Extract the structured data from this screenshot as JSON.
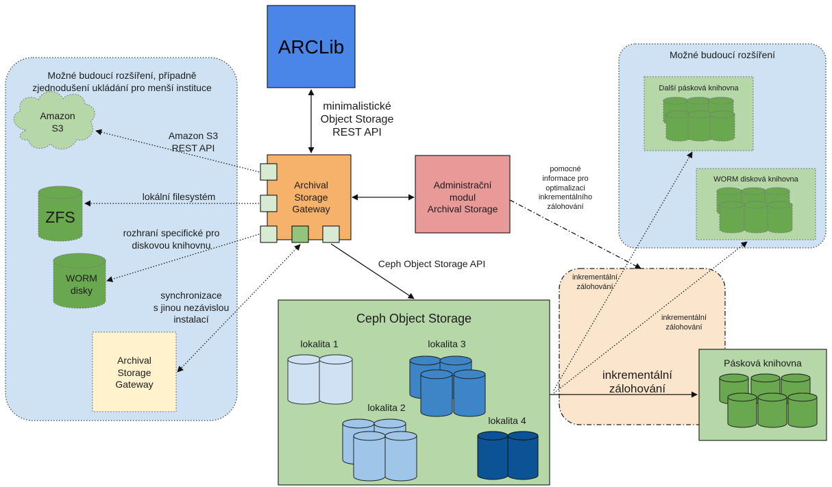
{
  "left_region": {
    "title_line1": "Možné budoucí rozšíření, případně",
    "title_line2": "zjednodušení ukládání pro menší instituce"
  },
  "right_region": {
    "title": "Možné budoucí rozšíření"
  },
  "arclib": {
    "label": "ARCLib"
  },
  "api_labels": {
    "minimal_line1": "minimalistické",
    "minimal_line2": "Object Storage",
    "minimal_line3": "REST API",
    "s3_line1": "Amazon S3",
    "s3_line2": "REST API",
    "fs": "lokální filesystém",
    "disk_line1": "rozhraní specifické pro",
    "disk_line2": "diskovou knihovnu",
    "sync_line1": "synchronizace",
    "sync_line2": "s jinou nezávislou",
    "sync_line3": "instalací",
    "ceph_api": "Ceph Object Storage API"
  },
  "gateway": {
    "line1": "Archival",
    "line2": "Storage",
    "line3": "Gateway"
  },
  "admin": {
    "line1": "Administrační",
    "line2": "modul",
    "line3": "Archival Storage"
  },
  "helper_note": {
    "line1": "pomocné",
    "line2": "informace pro",
    "line3": "optimalizaci",
    "line4": "inkrementálního",
    "line5": "zálohování"
  },
  "amazon": {
    "line1": "Amazon",
    "line2": "S3"
  },
  "zfs": {
    "label": "ZFS"
  },
  "worm_disks": {
    "line1": "WORM",
    "line2": "disky"
  },
  "gateway2": {
    "line1": "Archival",
    "line2": "Storage",
    "line3": "Gateway"
  },
  "ceph": {
    "title": "Ceph Object Storage",
    "site1": "lokalita 1",
    "site2": "lokalita 2",
    "site3": "lokalita 3",
    "site4": "lokalita 4"
  },
  "backup": {
    "small1_line1": "inkrementální",
    "small1_line2": "zálohování",
    "small2_line1": "inkrementální",
    "small2_line2": "zálohování",
    "big_line1": "inkrementální",
    "big_line2": "zálohování"
  },
  "tape_library": {
    "label": "Pásková knihovna"
  },
  "future_tape": {
    "label": "Další pásková knihovna"
  },
  "future_worm": {
    "label": "WORM disková knihovna"
  },
  "colors": {
    "region_blue": "#cfe2f3",
    "arclib_blue": "#4a86e8",
    "gateway_orange": "#f6b26b",
    "admin_red": "#ea9999",
    "ceph_green": "#b6d7a8",
    "backup_peach": "#fce5cd",
    "gateway2_yellow": "#fff2cc",
    "cyl_green": "#6aa84f",
    "cyl_light_blue": "#cfe2f3",
    "cyl_mid_blue": "#9fc5e8",
    "cyl_blue": "#3d85c6",
    "cyl_dark_blue": "#0b5394"
  }
}
